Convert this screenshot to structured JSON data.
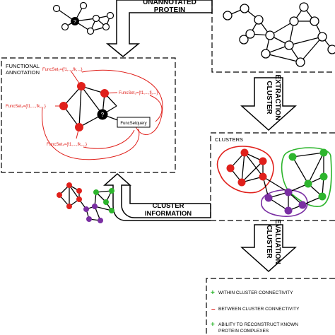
{
  "top": {
    "title_line1": "UNANNOTATED",
    "title_line2": "PROTEIN",
    "query_mark": "?"
  },
  "functional_annotation": {
    "title_line1": "FUNCTIONAL",
    "title_line2": "ANNOTATION",
    "funcsets": [
      "FuncSet₁={f1,...,fk,...}",
      "FuncSet₂={f1,...,fk,...}",
      "FuncSet₃={f1,...,fj,...}",
      "FuncSet₄={f1,...,fk,...}"
    ],
    "query_label": "FuncSetquery",
    "query_mark": "?"
  },
  "cluster_extraction": {
    "line1": "CLUSTER",
    "line2": "EXTRACTION"
  },
  "clusters": {
    "title": "CLUSTERS"
  },
  "cluster_information": {
    "line1": "CLUSTER",
    "line2": "INFORMATION"
  },
  "cluster_evaluation": {
    "line1": "CLUSTER",
    "line2": "EVALUATION"
  },
  "criteria": [
    {
      "sign": "+",
      "text": "WITHIN CLUSTER CONNECTIVITY",
      "color": "#2db52d"
    },
    {
      "sign": "–",
      "text": "BETWEEN CLUSTER CONNECTIVITY",
      "color": "#e0201b"
    },
    {
      "sign": "+",
      "text": "ABILITY TO RECONSTRUCT KNOWN",
      "color": "#2db52d"
    },
    {
      "sign": "",
      "text": "PROTEIN COMPLEXES",
      "color": "#2db52d"
    }
  ],
  "colors": {
    "red": "#e0201b",
    "green": "#2db52d",
    "purple": "#7a2fa3",
    "black": "#000000"
  }
}
